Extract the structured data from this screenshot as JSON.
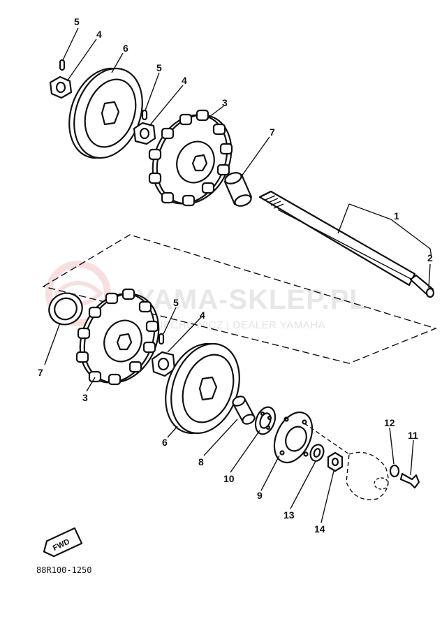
{
  "watermark": {
    "brand": "YAMA-SKLEP.PL",
    "tagline": "CIECHOWICZ | DEALER YAMAHA",
    "accent_color": "#f2b8b8"
  },
  "drawing_code": "88R100-1250",
  "direction_badge": "FWD",
  "callouts": {
    "c1": "1",
    "c2": "2",
    "c3a": "3",
    "c3b": "3",
    "c4a": "4",
    "c4b": "4",
    "c4c": "4",
    "c5a": "5",
    "c5b": "5",
    "c5c": "5",
    "c6a": "6",
    "c6b": "6",
    "c7a": "7",
    "c7b": "7",
    "c8": "8",
    "c9": "9",
    "c10": "10",
    "c11": "11",
    "c12": "12",
    "c13": "13",
    "c14": "14"
  }
}
